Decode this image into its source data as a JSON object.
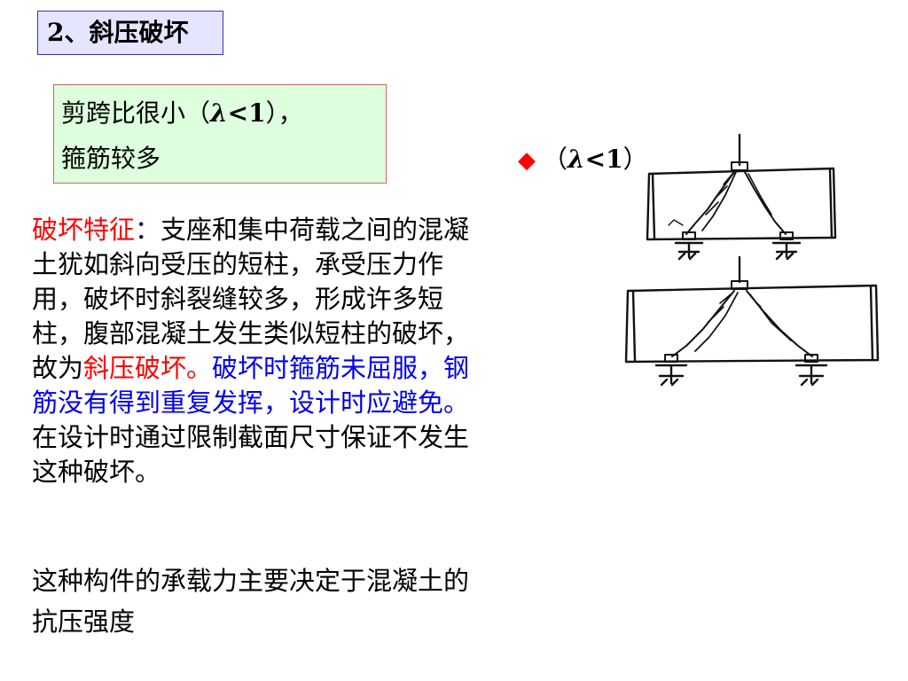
{
  "title": "2、斜压破坏",
  "condition": {
    "line1_prefix": "剪跨比很小（",
    "line1_lambda": "λ",
    "line1_lt": "<1",
    "line1_suffix": "），",
    "line2": "箍筋较多"
  },
  "description": {
    "feature_label": "破坏特征",
    "colon": "：",
    "body_part1": "支座和集中荷载之间的混凝土犹如斜向受压的短柱，承受压力作用，破坏时斜裂缝较多，形成许多短柱，腹部混凝土发生类似短柱的破坏，故为",
    "highlight_red": "斜压破坏。",
    "highlight_blue": "破坏时箍筋未屈服，钢筋没有得到重复发挥，设计时应避免。",
    "body_part2": "在设计时通过限制截面尺寸保证不发生这种破坏。"
  },
  "conclusion": "这种构件的承载力主要决定于混凝土的抗压强度",
  "marker": {
    "bullet": "◆",
    "open": "（",
    "lambda": "λ",
    "lt": "<1",
    "close": "）"
  },
  "colors": {
    "red": "#ff0000",
    "blue": "#0000ee",
    "title_bg": "#e5e5ff",
    "title_border": "#3333cc",
    "cond_bg": "#ddffdd",
    "cond_border": "#e06060"
  },
  "diagram": {
    "icon": "beam-diagonal-compression-failure-sketch"
  }
}
